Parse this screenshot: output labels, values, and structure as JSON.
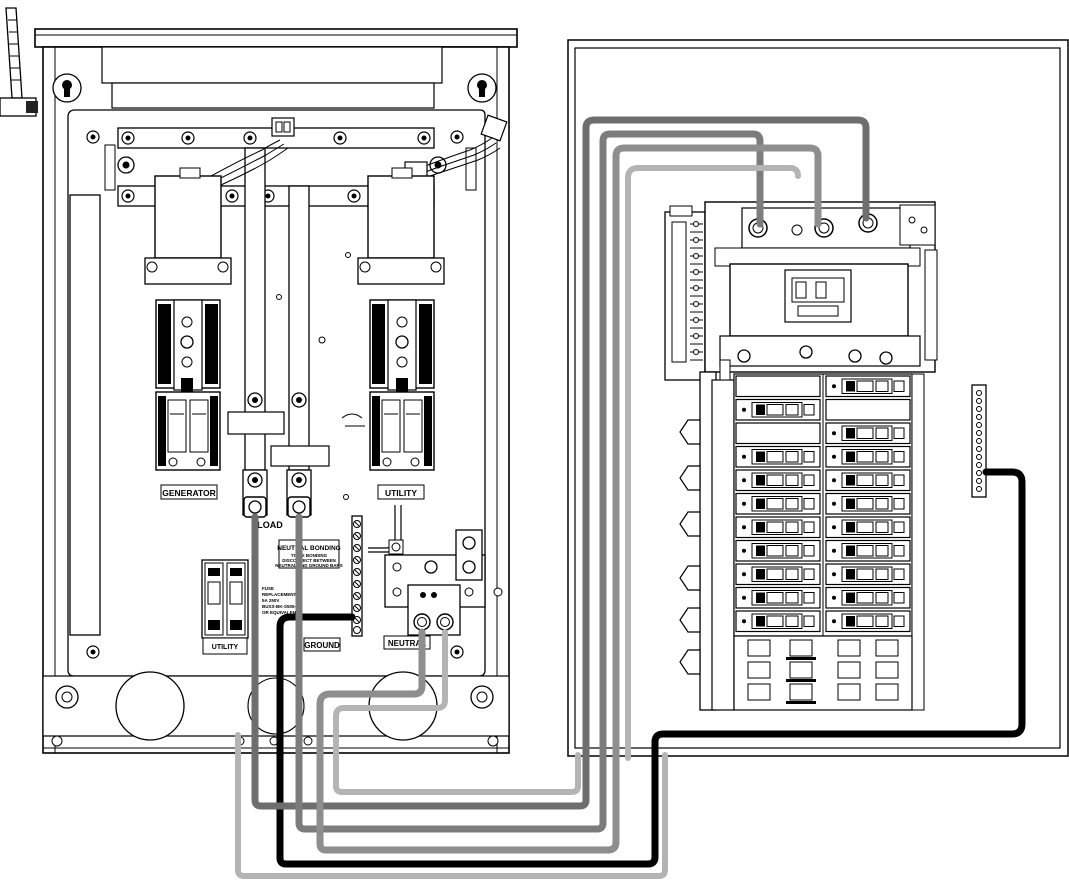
{
  "transfer_switch": {
    "generator_label": "GENERATOR",
    "utility_label": "UTILITY",
    "load_label": "LOAD",
    "ground_label": "GROUND",
    "neutral_label": "NEUTRAL",
    "utility_fuse_label": "UTILITY",
    "neutral_bonding_label": "NEUTRAL BONDING",
    "neutral_bonding_note_1": "TO BE BONDING",
    "neutral_bonding_note_2": "DISCONNECT BETWEEN",
    "neutral_bonding_note_3": "NEUTRAL AND GROUND BARS",
    "fuse_note_1": "FUSE",
    "fuse_note_2": "REPLACEMENT",
    "fuse_note_3": "5A 250V",
    "fuse_note_4": "BUSS-BK-S505-5",
    "fuse_note_5": "OR EQUIVALENT"
  },
  "wire_colors": {
    "dark": "#6e6e6e",
    "medium": "#8e8e8e",
    "light": "#b4b4b4",
    "ground": "#000000"
  },
  "icons": [
    "antenna-icon",
    "breaker-icon",
    "lug-icon",
    "bolt-icon",
    "terminal-bar-icon"
  ]
}
